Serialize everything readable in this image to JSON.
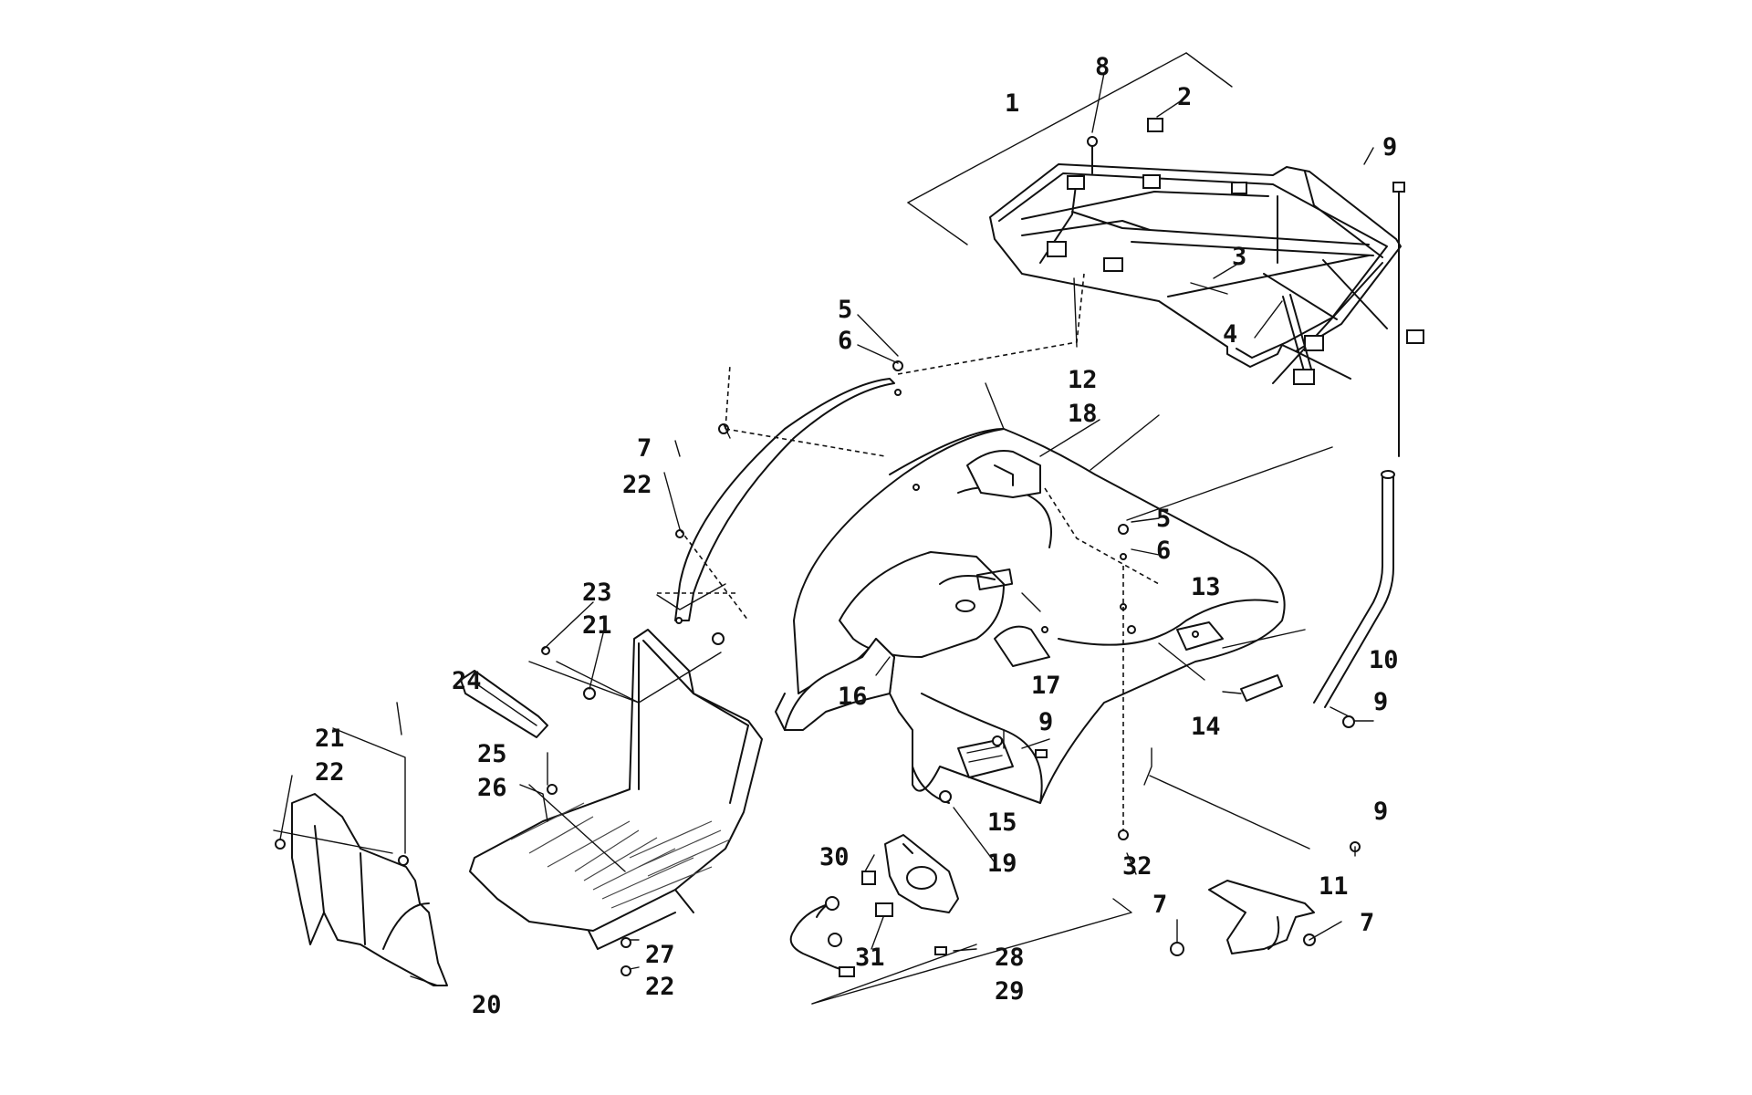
{
  "callouts": {
    "c1": "1",
    "c2": "2",
    "c3": "3",
    "c4": "4",
    "c5a": "5",
    "c6a": "6",
    "c5b": "5",
    "c6b": "6",
    "c7a": "7",
    "c7b": "7",
    "c7c": "7",
    "c8": "8",
    "c9a": "9",
    "c9b": "9",
    "c9c": "9",
    "c9d": "9",
    "c10": "10",
    "c11": "11",
    "c12": "12",
    "c13": "13",
    "c14": "14",
    "c15": "15",
    "c16": "16",
    "c17": "17",
    "c18": "18",
    "c19": "19",
    "c20": "20",
    "c21a": "21",
    "c21b": "21",
    "c22a": "22",
    "c22b": "22",
    "c22c": "22",
    "c23": "23",
    "c24": "24",
    "c25": "25",
    "c26": "26",
    "c27": "27",
    "c28": "28",
    "c29": "29",
    "c30": "30",
    "c31": "31",
    "c32": "32"
  }
}
